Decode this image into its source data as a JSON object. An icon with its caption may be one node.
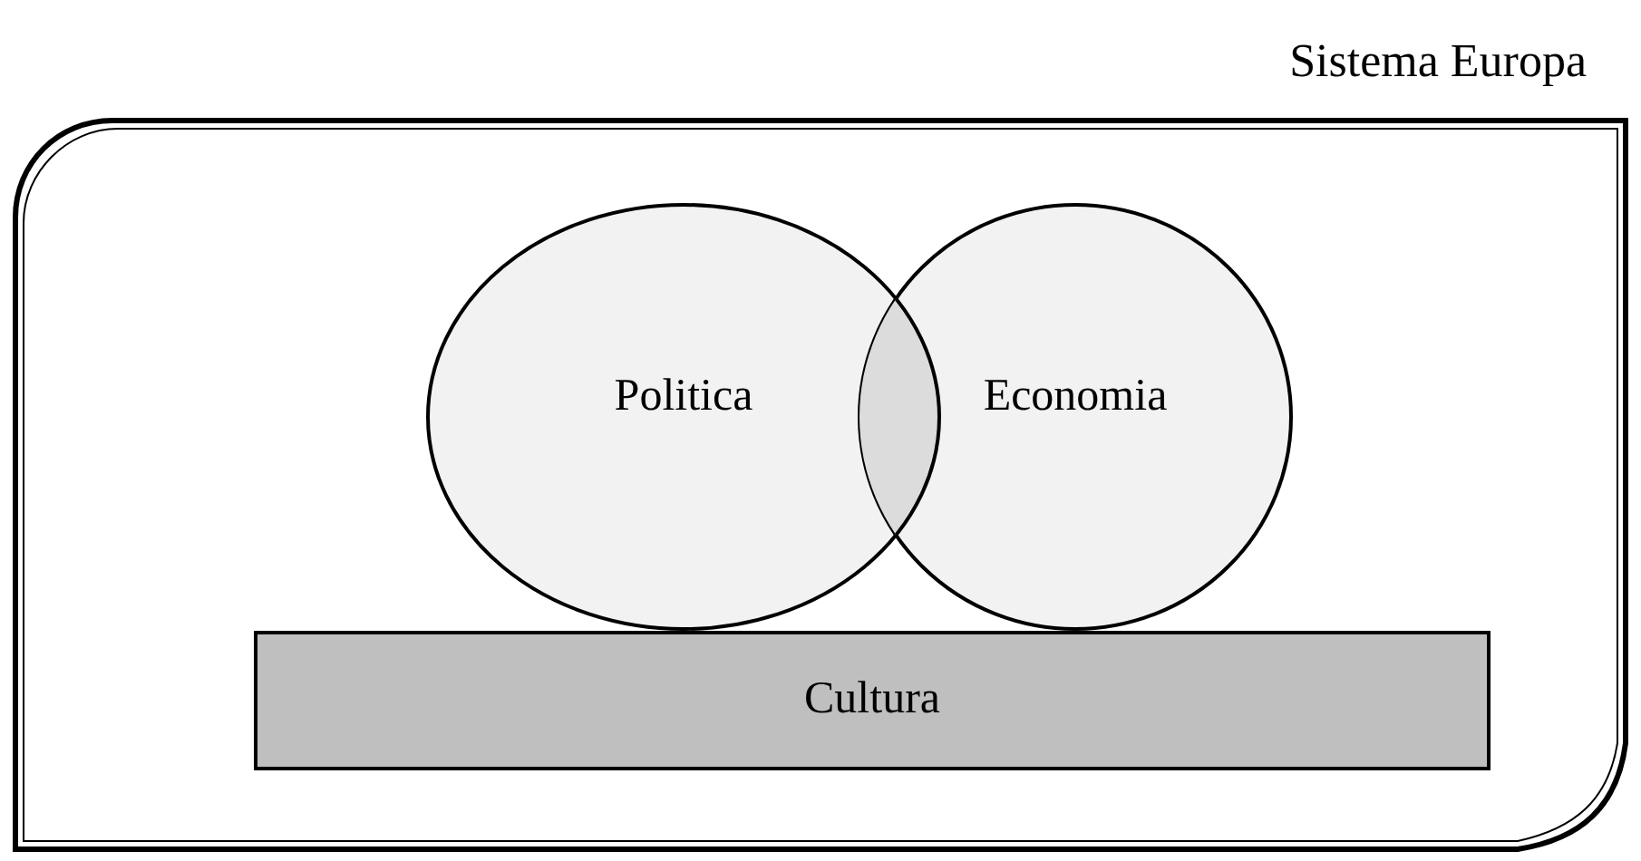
{
  "diagram": {
    "nodes": [
      {
        "text": [
          "Sistema Europa"
        ]
      },
      {
        "text": [
          "Politica"
        ],
        "in": 0
      },
      {
        "text": [
          "Economia"
        ],
        "in": 0
      },
      {
        "text": [
          "Cultura"
        ],
        "in": 0
      }
    ],
    "edges": []
  }
}
